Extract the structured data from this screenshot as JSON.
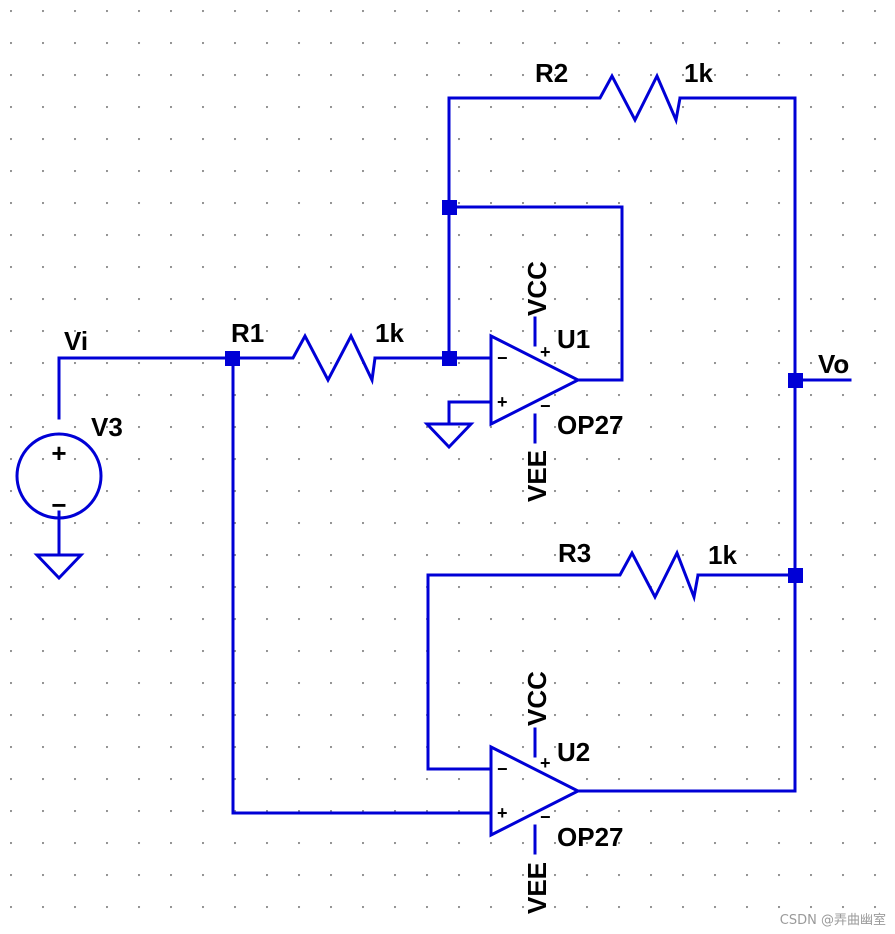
{
  "nets": {
    "input": "Vi",
    "output": "Vo"
  },
  "source": {
    "ref": "V3",
    "plus": "+",
    "minus": "−"
  },
  "resistors": [
    {
      "ref": "R1",
      "value": "1k"
    },
    {
      "ref": "R2",
      "value": "1k"
    },
    {
      "ref": "R3",
      "value": "1k"
    }
  ],
  "opamps": [
    {
      "ref": "U1",
      "model": "OP27",
      "supply_pos": "VCC",
      "supply_neg": "VEE",
      "inv": "−",
      "noninv": "+",
      "vplus": "+",
      "vminus": "−"
    },
    {
      "ref": "U2",
      "model": "OP27",
      "supply_pos": "VCC",
      "supply_neg": "VEE",
      "inv": "−",
      "noninv": "+",
      "vplus": "+",
      "vminus": "−"
    }
  ],
  "watermark": "CSDN @弄曲幽室",
  "colors": {
    "wire": "#0000d6",
    "grid_dot": "#8c8c8c",
    "background": "#ffffff"
  }
}
